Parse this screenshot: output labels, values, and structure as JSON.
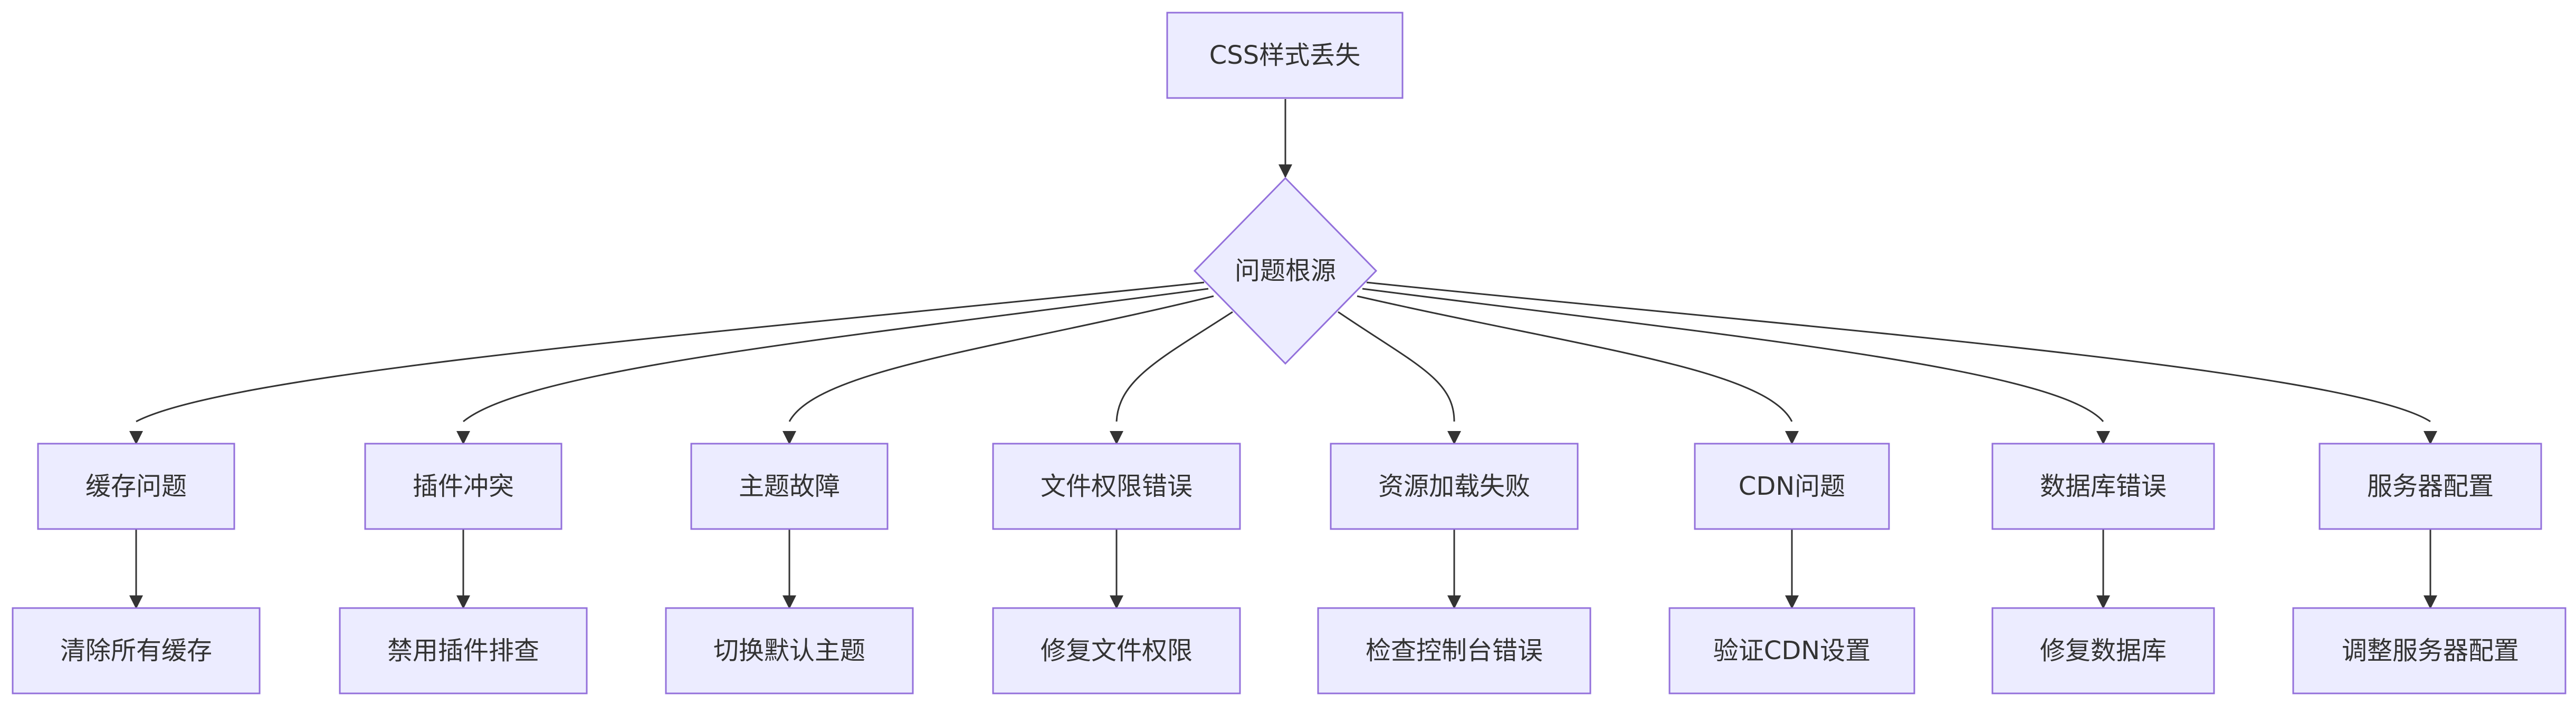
{
  "diagram": {
    "root": {
      "label": "CSS样式丢失"
    },
    "decision": {
      "label": "问题根源"
    },
    "causes": [
      {
        "label": "缓存问题",
        "fix": "清除所有缓存"
      },
      {
        "label": "插件冲突",
        "fix": "禁用插件排查"
      },
      {
        "label": "主题故障",
        "fix": "切换默认主题"
      },
      {
        "label": "文件权限错误",
        "fix": "修复文件权限"
      },
      {
        "label": "资源加载失败",
        "fix": "检查控制台错误"
      },
      {
        "label": "CDN问题",
        "fix": "验证CDN设置"
      },
      {
        "label": "数据库错误",
        "fix": "修复数据库"
      },
      {
        "label": "服务器配置",
        "fix": "调整服务器配置"
      }
    ]
  },
  "colors": {
    "node_fill": "#ECECFF",
    "node_stroke": "#9370DB",
    "edge": "#333333",
    "text": "#333333"
  }
}
